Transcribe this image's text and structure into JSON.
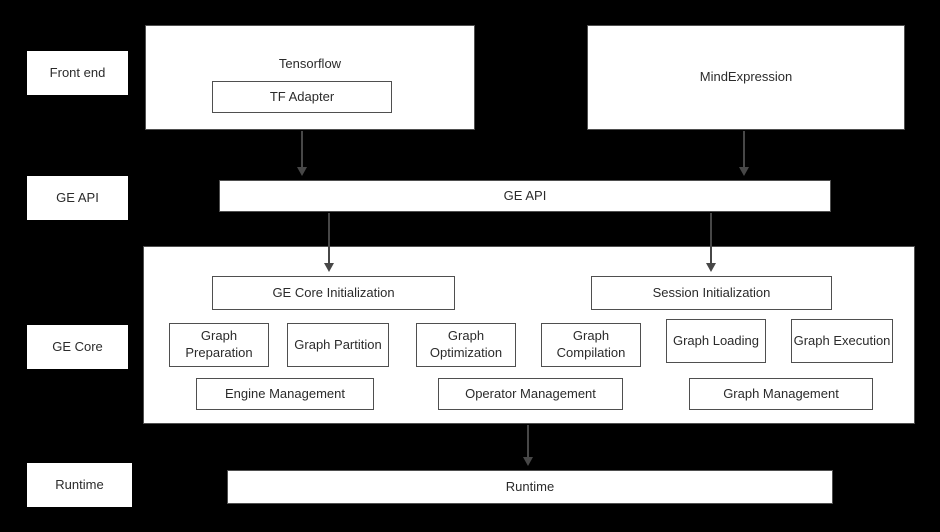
{
  "colors": {
    "background": "#000000",
    "node_background": "#ffffff",
    "node_border": "#4f4f4f",
    "text": "#2b2b2b",
    "arrow": "#474747"
  },
  "side_labels": [
    {
      "label": "Front end"
    },
    {
      "label": "GE API"
    },
    {
      "label": "GE Core"
    },
    {
      "label": "Runtime"
    }
  ],
  "front_end": {
    "tensorflow": {
      "title": "Tensorflow",
      "adapter": "TF Adapter"
    },
    "mindexpression": {
      "title": "MindExpression"
    }
  },
  "ge_api": {
    "label": "GE API"
  },
  "ge_core": {
    "init_boxes": [
      "GE Core Initialization",
      "Session Initialization"
    ],
    "stage_boxes": [
      "Graph Preparation",
      "Graph Partition",
      "Graph Optimization",
      "Graph Compilation",
      "Graph Loading",
      "Graph Execution"
    ],
    "management_boxes": [
      "Engine Management",
      "Operator Management",
      "Graph Management"
    ]
  },
  "runtime": {
    "label": "Runtime"
  }
}
